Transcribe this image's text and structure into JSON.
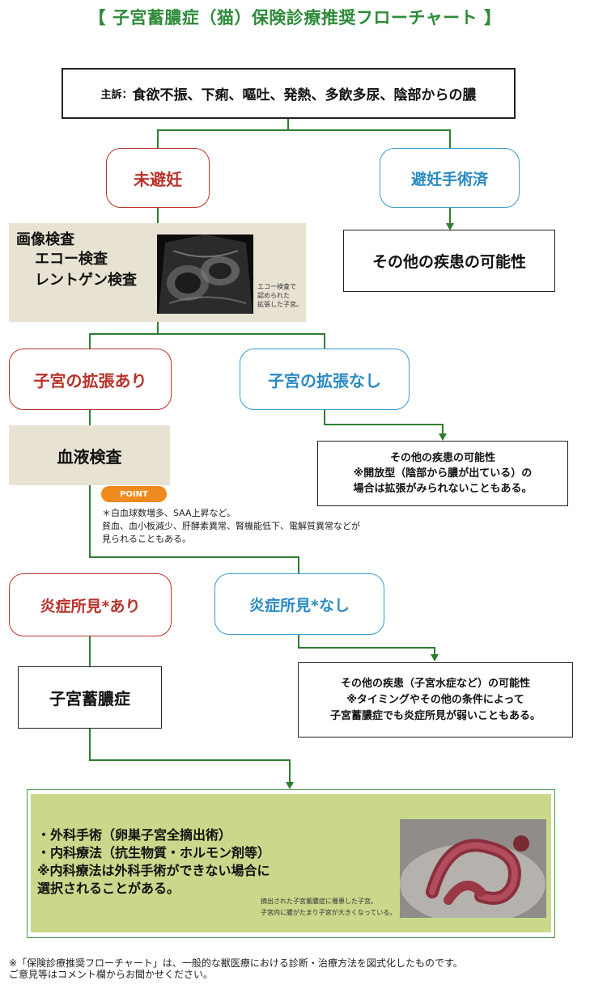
{
  "title": "【 子宮蓄膿症（猫）保険診療推奨フローチャート 】",
  "complaint": {
    "label": "主訴：",
    "text": "食欲不振、下痢、嘔吐、発熱、多飲多尿、陰部からの膿"
  },
  "branch1": {
    "left": "未避妊",
    "right": "避妊手術済",
    "right_result": "その他の疾患の可能性"
  },
  "imaging": {
    "title": "画像検査",
    "item1": "エコー検査",
    "item2": "レントゲン検査",
    "caption_l1": "エコー検査で",
    "caption_l2": "認められた",
    "caption_l3": "拡張した子宮。"
  },
  "branch2": {
    "left": "子宮の拡張あり",
    "right": "子宮の拡張なし",
    "right_result_l1": "その他の疾患の可能性",
    "right_result_l2": "※開放型（陰部から膿が出ている）の",
    "right_result_l3": "場合は拡張がみられないこともある。"
  },
  "blood": {
    "title": "血液検査",
    "point_label": "POINT",
    "point_l1": "＊白血球数増多、SAA上昇など。",
    "point_l2": "貧血、血小板減少、肝酵素異常、腎機能低下、電解質異常などが",
    "point_l3": "見られることもある。"
  },
  "branch3": {
    "left": "炎症所見*あり",
    "right": "炎症所見*なし",
    "right_result_l1": "その他の疾患（子宮水症など）の可能性",
    "right_result_l2": "※タイミングやその他の条件によって",
    "right_result_l3": "子宮蓄膿症でも炎症所見が弱いこともある。"
  },
  "diagnosis": "子宮蓄膿症",
  "treatment": {
    "l1": "・外科手術（卵巣子宮全摘出術）",
    "l2": "・内科療法（抗生物質・ホルモン剤等）",
    "l3": "※内科療法は外科手術ができない場合に",
    "l4": "選択されることがある。",
    "caption_l1": "摘出された子宮蓄膿症に罹患した子宮。",
    "caption_l2": "子宮内に膿がたまり子宮が大きくなっている。"
  },
  "footer": {
    "l1": "※「保険診療推奨フローチャート」は、一般的な獣医療における診断・治療方法を図式化したものです。",
    "l2": "ご意見等はコメント欄からお聞かせください。"
  },
  "colors": {
    "title_green": "#2e8b3a",
    "line_green": "#2e7d32",
    "red": "#b8322a",
    "blue": "#2a8ac2",
    "beige": "#e8e2d3",
    "olive": "#c9d88a",
    "point_orange": "#f08a1c"
  }
}
